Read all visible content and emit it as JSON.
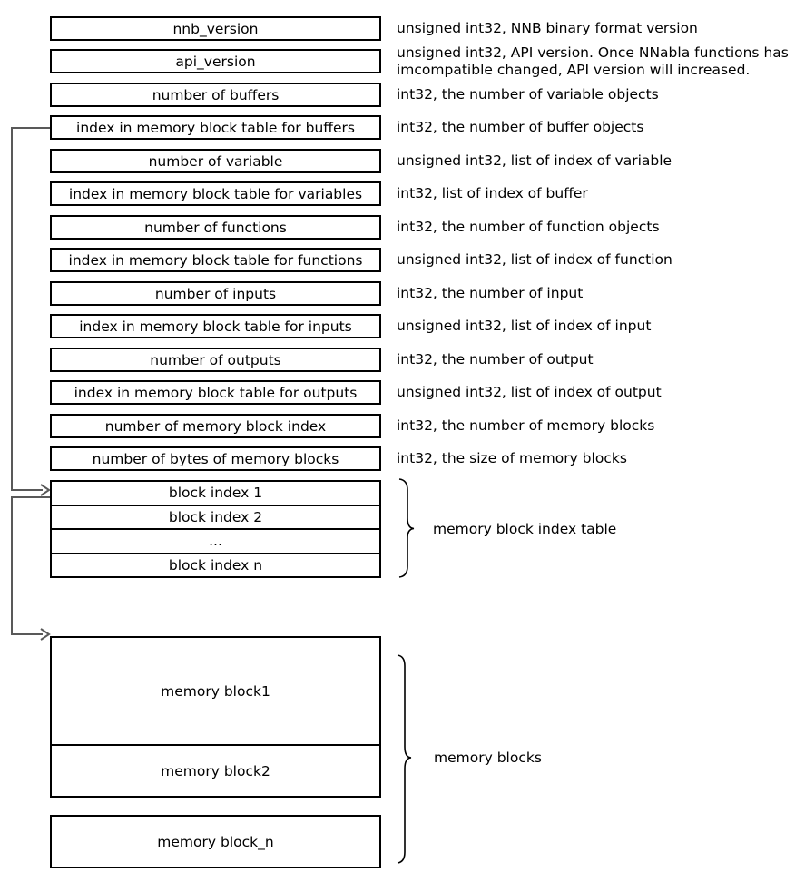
{
  "fields": [
    {
      "label": "nnb_version",
      "desc": "unsigned int32, NNB binary format version"
    },
    {
      "label": "api_version",
      "desc": "unsigned int32, API version. Once NNabla functions has\nimcompatible changed, API version will increased."
    },
    {
      "label": "number of buffers",
      "desc": "int32, the number of variable objects"
    },
    {
      "label": "index in memory block table for buffers",
      "desc": "int32, the number of buffer objects"
    },
    {
      "label": "number of variable",
      "desc": "unsigned int32, list of index of variable"
    },
    {
      "label": "index in memory block table for variables",
      "desc": "int32, list of index of buffer"
    },
    {
      "label": "number of functions",
      "desc": "int32, the number of function objects"
    },
    {
      "label": "index in memory block table for functions",
      "desc": "unsigned int32, list of index of function"
    },
    {
      "label": "number of inputs",
      "desc": "int32, the number of input"
    },
    {
      "label": "index in memory block table for inputs",
      "desc": "unsigned int32, list of index of input"
    },
    {
      "label": "number of outputs",
      "desc": "int32, the number of output"
    },
    {
      "label": "index in memory block table for outputs",
      "desc": "unsigned int32, list of index of output"
    },
    {
      "label": "number of memory block index",
      "desc": "int32, the number of memory blocks"
    },
    {
      "label": "number of bytes of memory blocks",
      "desc": "int32, the size of memory blocks"
    }
  ],
  "index_table": {
    "rows": [
      "block index 1",
      "block index 2",
      "...",
      "block index n"
    ],
    "label": "memory block index table"
  },
  "memory_blocks": {
    "items": [
      "memory block1",
      "memory block2",
      "memory block_n"
    ],
    "label": "memory blocks"
  },
  "colors": {
    "line": "#000000",
    "connector": "#595959",
    "background": "#ffffff"
  }
}
